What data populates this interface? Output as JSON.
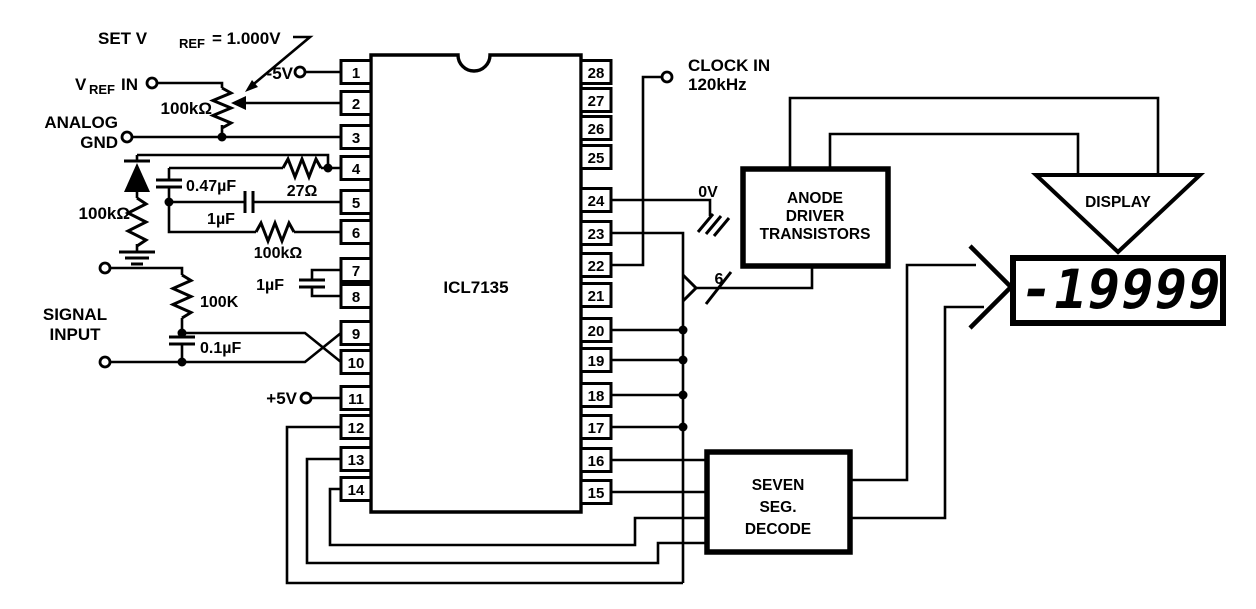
{
  "colors": {
    "ink": "#000000",
    "background": "#ffffff"
  },
  "ic": {
    "name": "ICL7135",
    "left_pins": [
      "1",
      "2",
      "3",
      "4",
      "5",
      "6",
      "7",
      "8",
      "9",
      "10",
      "11",
      "12",
      "13",
      "14"
    ],
    "right_pins": [
      "28",
      "27",
      "26",
      "25",
      "24",
      "23",
      "22",
      "21",
      "20",
      "19",
      "18",
      "17",
      "16",
      "15"
    ]
  },
  "labels": {
    "set_vref_prefix": "SET V",
    "set_vref_sub": "REF",
    "set_vref_suffix": "= 1.000V",
    "vref_in_v": "V",
    "vref_in_sub": "REF",
    "vref_in_suffix": "IN",
    "neg_supply": "-5V",
    "pos_supply": "+5V",
    "analog_gnd_line1": "ANALOG",
    "analog_gnd_line2": "GND",
    "pot_value": "100kΩ",
    "diode_resistor_value": "100kΩ",
    "int_cap_value": "0.47µF",
    "int_resistor_value": "27Ω",
    "az_cap_value": "1µF",
    "buf_resistor_value": "100kΩ",
    "ref_cap_value": "1µF",
    "signal_line1": "SIGNAL",
    "signal_line2": "INPUT",
    "input_resistor_value": "100K",
    "input_cap_value": "0.1µF",
    "clock_line1": "CLOCK IN",
    "clock_line2": "120kHz",
    "digit_gnd": "0V",
    "bus_width": "6"
  },
  "blocks": {
    "anode_driver": {
      "line1": "ANODE",
      "line2": "DRIVER",
      "line3": "TRANSISTORS"
    },
    "seven_seg_decode": {
      "line1": "SEVEN",
      "line2": "SEG.",
      "line3": "DECODE"
    },
    "display_arrow_label": "DISPLAY",
    "display_readout": "-19999"
  }
}
